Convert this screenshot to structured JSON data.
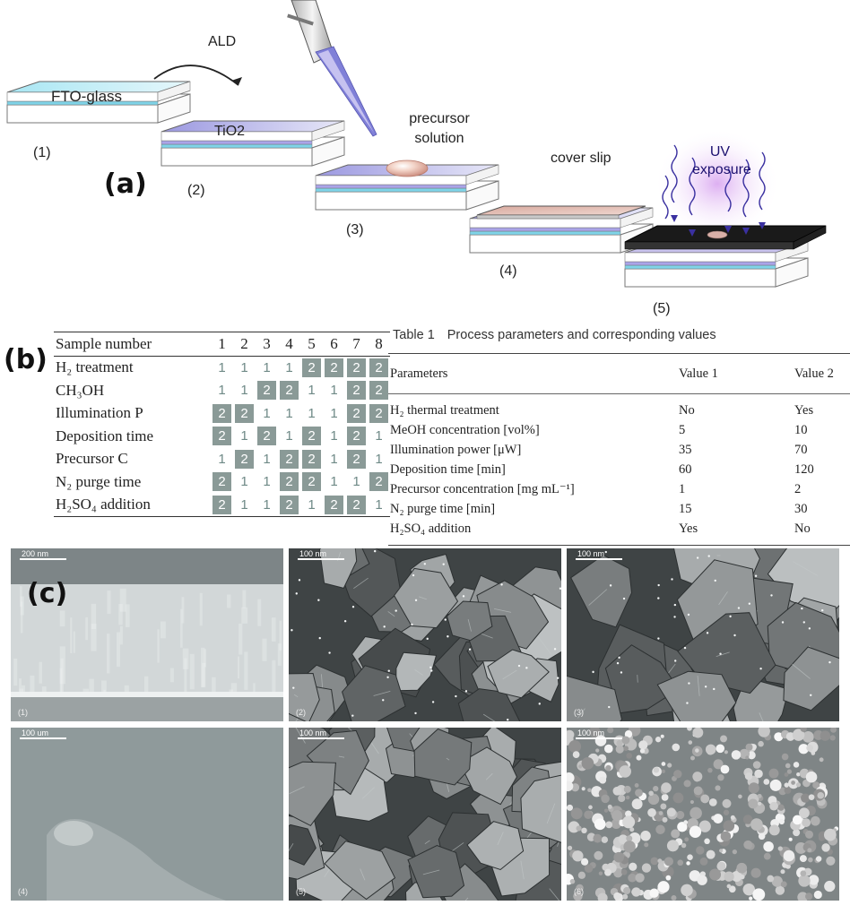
{
  "panel_a": {
    "panel_label": "(a)",
    "steps": [
      {
        "num": "(1)",
        "text": "FTO-glass"
      },
      {
        "num": "(2)",
        "text": "TiO2"
      },
      {
        "num": "(3)",
        "text": "precursor solution"
      },
      {
        "num": "(4)",
        "text": "cover slip"
      },
      {
        "num": "(5)",
        "text": "UV exposure"
      }
    ],
    "ald_label": "ALD"
  },
  "panel_b": {
    "panel_label": "(b)",
    "header": "Sample number",
    "samples": [
      "1",
      "2",
      "3",
      "4",
      "5",
      "6",
      "7",
      "8"
    ],
    "rows": [
      {
        "label": "H₂ treatment",
        "values": [
          1,
          1,
          1,
          1,
          2,
          2,
          2,
          2
        ]
      },
      {
        "label": "CH₃OH",
        "values": [
          1,
          1,
          2,
          2,
          1,
          1,
          2,
          2
        ]
      },
      {
        "label": "Illumination P",
        "values": [
          2,
          2,
          1,
          1,
          1,
          1,
          2,
          2
        ]
      },
      {
        "label": "Deposition time",
        "values": [
          2,
          1,
          2,
          1,
          2,
          1,
          2,
          1
        ]
      },
      {
        "label": "Precursor C",
        "values": [
          1,
          2,
          1,
          2,
          2,
          1,
          2,
          1
        ]
      },
      {
        "label": "N₂ purge time",
        "values": [
          2,
          1,
          1,
          2,
          2,
          1,
          1,
          2
        ]
      },
      {
        "label": "H₂SO₄ addition",
        "values": [
          2,
          1,
          1,
          2,
          1,
          2,
          2,
          1
        ]
      }
    ],
    "colors": {
      "highlight": "#8a9a97",
      "plain": "#6f8a87"
    }
  },
  "table1": {
    "label": "Table 1",
    "caption": "Process parameters and corresponding values",
    "headers": [
      "Parameters",
      "Value 1",
      "Value 2"
    ],
    "rows": [
      [
        "H₂ thermal treatment",
        "No",
        "Yes"
      ],
      [
        "MeOH concentration [vol%]",
        "5",
        "10"
      ],
      [
        "Illumination power [μW]",
        "35",
        "70"
      ],
      [
        "Deposition time [min]",
        "60",
        "120"
      ],
      [
        "Precursor concentration [mg mL⁻¹]",
        "1",
        "2"
      ],
      [
        "N₂ purge time [min]",
        "15",
        "30"
      ],
      [
        "H₂SO₄ addition",
        "Yes",
        "No"
      ]
    ]
  },
  "panel_c": {
    "panel_label": "(c)",
    "images": [
      {
        "index": "(1)",
        "scale": "200 nm"
      },
      {
        "index": "(2)",
        "scale": "100 nm"
      },
      {
        "index": "(3)",
        "scale": "100 nm"
      },
      {
        "index": "(4)",
        "scale": "100 um"
      },
      {
        "index": "(5)",
        "scale": "100 nm"
      },
      {
        "index": "(6)",
        "scale": "100 nm"
      }
    ]
  }
}
